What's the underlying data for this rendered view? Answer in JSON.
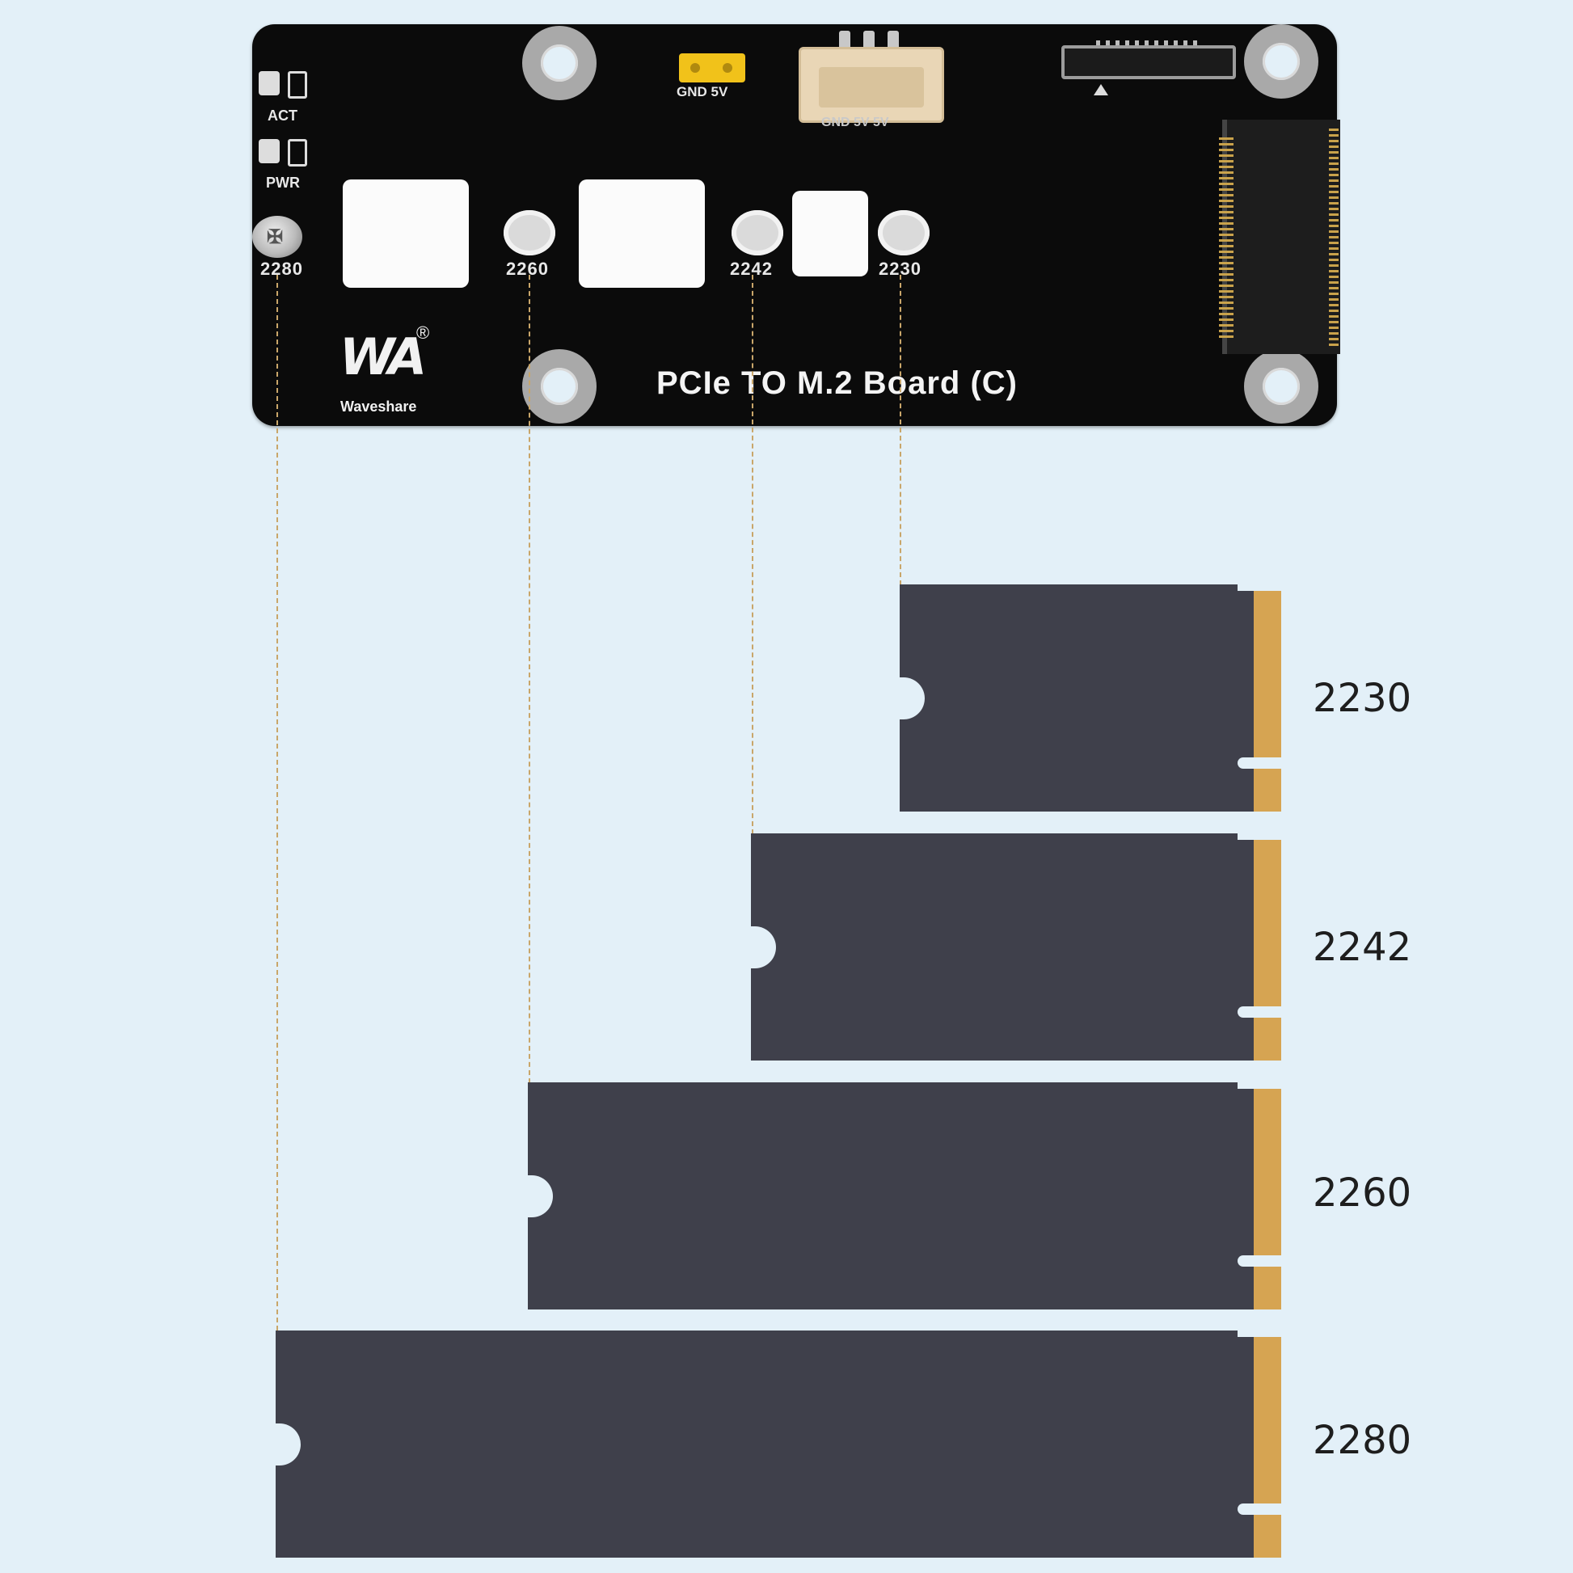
{
  "board": {
    "title": "PCIe TO M.2 Board (C)",
    "led_labels": [
      "ACT",
      "PWR"
    ],
    "jumper_label": "GND 5V",
    "connector_label": "GND 5V 5V",
    "hole_labels": [
      "2280",
      "2260",
      "2242",
      "2230"
    ],
    "logo": {
      "mark": "WA",
      "registered": "®",
      "brand": "Waveshare"
    }
  },
  "ssd_cards": [
    {
      "size": "2230"
    },
    {
      "size": "2242"
    },
    {
      "size": "2260"
    },
    {
      "size": "2280"
    }
  ],
  "colors": {
    "background": "#e3f0f8",
    "board": "#0b0b0b",
    "ssd_body": "#3f404b",
    "gold_contacts": "#d6a452",
    "guide_lines": "#c9a66a"
  }
}
